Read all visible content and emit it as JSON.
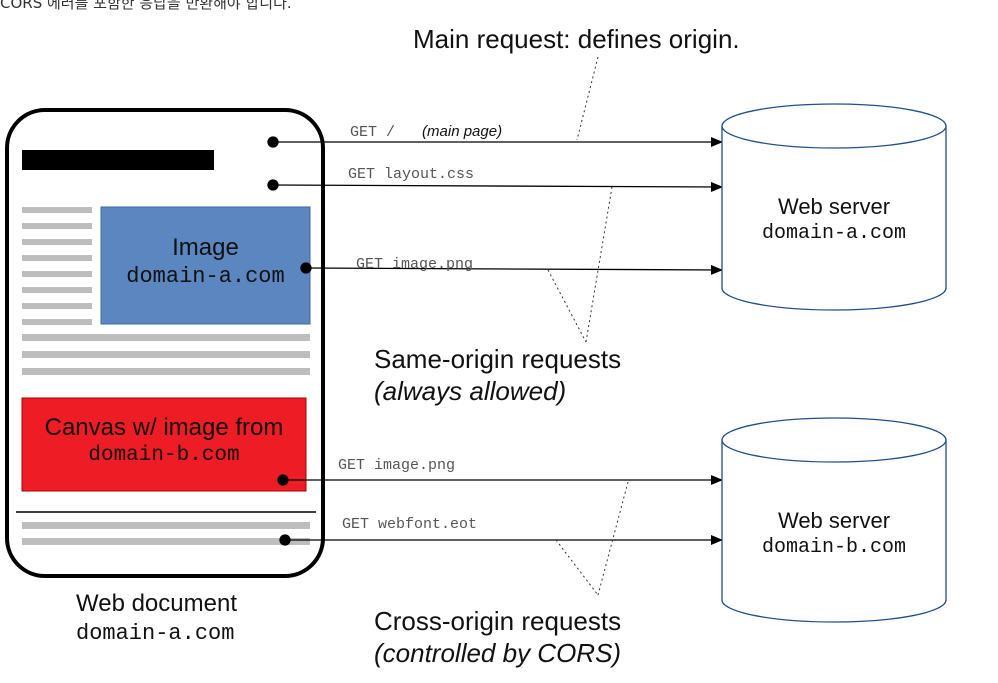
{
  "header": {
    "caption_fragment": "CORS 에러를 포함한 응답을 반환해야 합니다."
  },
  "labels": {
    "main_request": "Main request: defines origin.",
    "same_origin_title": "Same-origin requests",
    "same_origin_note": "(always allowed)",
    "cross_origin_title": "Cross-origin requests",
    "cross_origin_note": "(controlled by CORS)"
  },
  "document": {
    "title": "Web document",
    "domain": "domain-a.com",
    "image_title": "Image",
    "image_domain": "domain-a.com",
    "canvas_title": "Canvas w/ image from",
    "canvas_domain": "domain-b.com"
  },
  "servers": [
    {
      "title": "Web server",
      "domain": "domain-a.com"
    },
    {
      "title": "Web server",
      "domain": "domain-b.com"
    }
  ],
  "requests": [
    {
      "method_path": "GET /",
      "note": "(main page)"
    },
    {
      "method_path": "GET layout.css"
    },
    {
      "method_path": "GET image.png"
    },
    {
      "method_path": "GET image.png"
    },
    {
      "method_path": "GET webfont.eot"
    }
  ],
  "colors": {
    "image_box": "#5b86bf",
    "canvas_box": "#ee1c24",
    "text_lines": "#bdbdbd",
    "stroke": "#000000"
  }
}
